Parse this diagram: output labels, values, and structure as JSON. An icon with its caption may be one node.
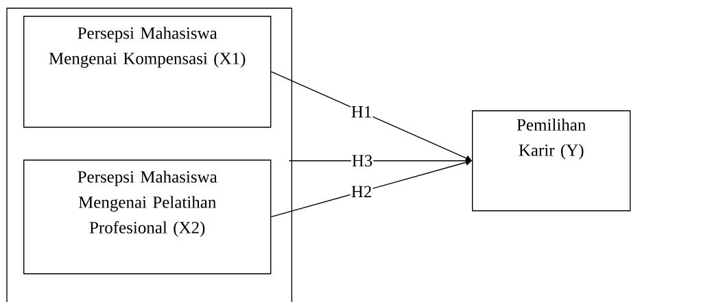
{
  "diagram": {
    "nodes": [
      {
        "text": [],
        "shape": "box"
      },
      {
        "text": [
          "Persepsi Mahasiswa Mengenai Kompensasi (X1)"
        ],
        "in": 0
      },
      {
        "text": [
          "Persepsi Mahasiswa Mengenai Pelatihan Profesional (X2)"
        ],
        "in": 0
      },
      {
        "text": [
          "Pemilihan Karir (Y)"
        ]
      }
    ],
    "edges": [
      {
        "from": 1,
        "to": 3,
        "arrow": "to",
        "label": "H1"
      },
      {
        "from": 0,
        "to": 3,
        "arrow": "to",
        "label": "H3"
      },
      {
        "from": 2,
        "to": 3,
        "arrow": "to",
        "label": "H2"
      }
    ]
  }
}
